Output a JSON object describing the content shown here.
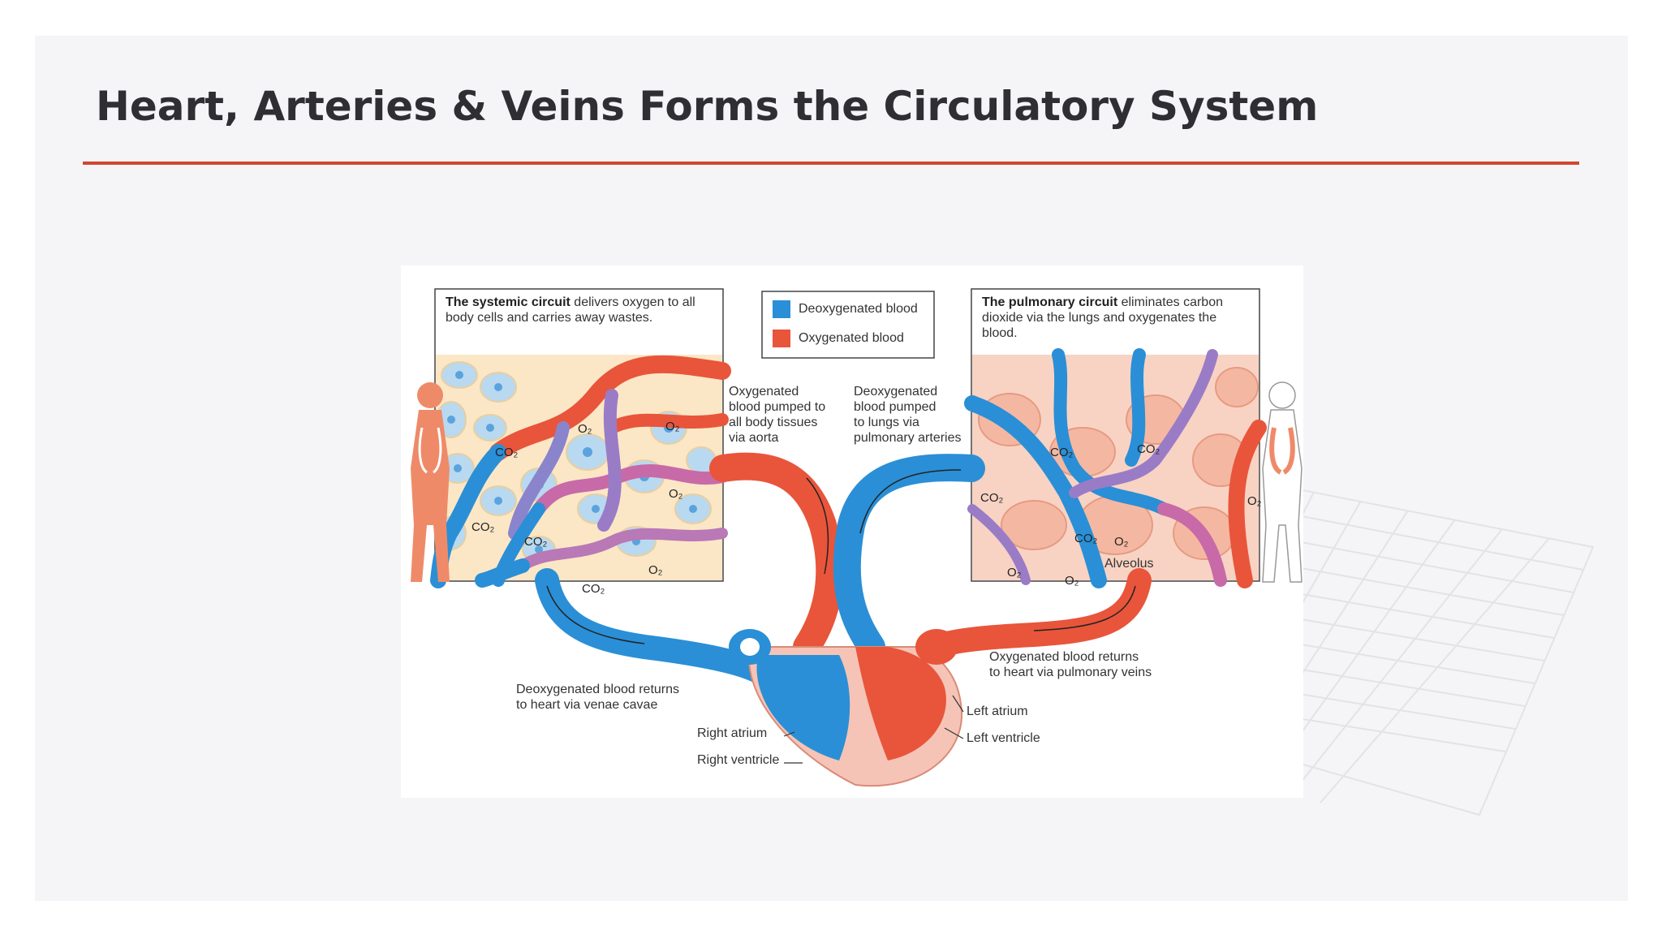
{
  "slide": {
    "title": "Heart, Arteries & Veins Forms the Circulatory System",
    "accent_color": "#d2462f"
  },
  "figure": {
    "colors": {
      "deoxygenated": "#2a8fd6",
      "oxygenated": "#e8553b"
    },
    "legend": {
      "deoxygenated": "Deoxygenated blood",
      "oxygenated": "Oxygenated blood"
    },
    "systemic_box": {
      "heading": "The systemic circuit",
      "line1": " delivers oxygen to all",
      "line2": "body cells and carries away wastes."
    },
    "pulmonary_box": {
      "heading": "The pulmonary circuit",
      "line1": " eliminates carbon",
      "line2": "dioxide via the lungs and oxygenates the",
      "line3": "blood."
    },
    "labels": {
      "aorta": [
        "Oxygenated",
        "blood pumped to",
        "all body tissues",
        "via aorta"
      ],
      "pulmonary_arteries": [
        "Deoxygenated",
        "blood pumped",
        "to lungs via",
        "pulmonary arteries"
      ],
      "venae_cavae": [
        "Deoxygenated blood returns",
        "to heart via venae cavae"
      ],
      "pulmonary_veins": [
        "Oxygenated blood returns",
        "to heart via pulmonary veins"
      ],
      "right_atrium": "Right atrium",
      "right_ventricle": "Right ventricle",
      "left_atrium": "Left atrium",
      "left_ventricle": "Left ventricle",
      "alveolus": "Alveolus"
    },
    "gas": {
      "co2": "CO₂",
      "o2": "O₂"
    }
  }
}
